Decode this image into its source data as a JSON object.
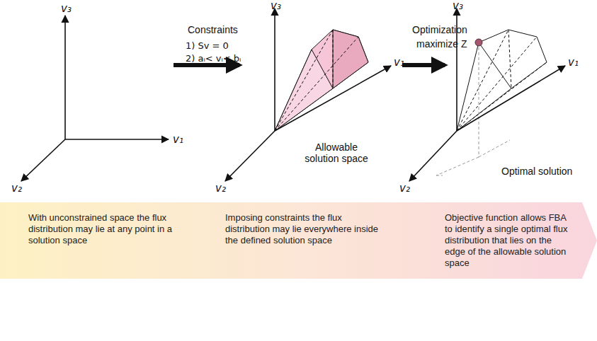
{
  "diagram": {
    "nodes": [
      {
        "text": [
          "With unconstrained space the flux distribution may lie at any point in a solution space",
          "Imposing constraints the flux distribution may lie everywhere inside the defined solution space",
          "Objective function allows FBA to identify a single optimal flux distribution that lies on the edge of the allowable solution space"
        ]
      }
    ],
    "labels": [
      "v₃",
      "v₁",
      "v₂",
      "Constraints",
      "1) Sv = 0",
      "2) aᵢ< vᵢ< bᵢ",
      "v₃",
      "v₁",
      "v₂",
      "Allowable solution space",
      "Optimization",
      "maximize Z",
      "v₃",
      "v₁",
      "v₂",
      "Optimal solution"
    ]
  }
}
